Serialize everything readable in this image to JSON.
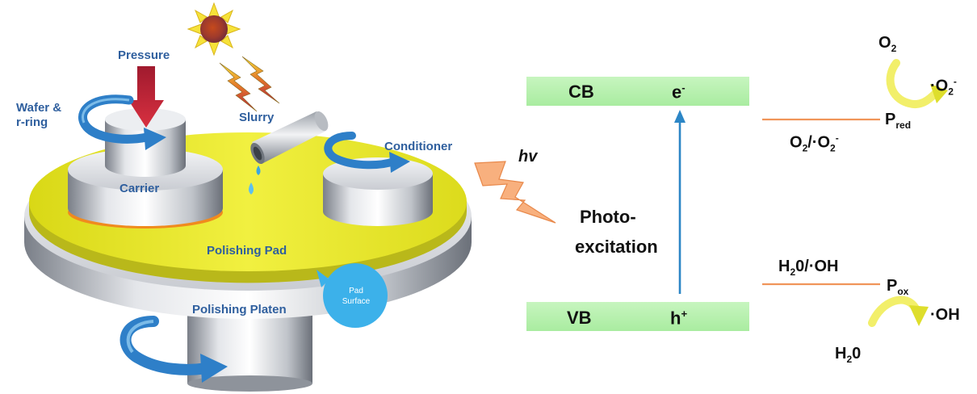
{
  "cmp": {
    "pressure": "Pressure",
    "wafer_ring": [
      "Wafer &",
      "r-ring"
    ],
    "slurry": "Slurry",
    "conditioner": "Conditioner",
    "carrier": "Carrier",
    "polishing_pad": "Polishing Pad",
    "pad_surface": [
      "Pad",
      "Surface"
    ],
    "polishing_platen": "Polishing Platen"
  },
  "light": {
    "hv": "hv"
  },
  "band": {
    "cb": "CB",
    "vb": "VB",
    "electron": {
      "base": "e",
      "sup": "-"
    },
    "hole": {
      "base": "h",
      "sup": "+"
    },
    "photo_excitation": [
      "Photo-",
      "excitation"
    ]
  },
  "reduction": {
    "o2": {
      "base": "O",
      "sub": "2"
    },
    "superoxide": {
      "base": "·O",
      "sub": "2",
      "sup": "-"
    },
    "couple": {
      "a": "O",
      "a_sub": "2",
      "sep": "/·O",
      "b_sub": "2",
      "b_sup": "-"
    },
    "p_red": {
      "base": "P",
      "sub": "red"
    }
  },
  "oxidation": {
    "couple": "H₂0/·OH",
    "couple_base": "H",
    "couple_sub": "2",
    "couple_rest": "0/·OH",
    "p_ox": {
      "base": "P",
      "sub": "ox"
    },
    "oh": "·OH",
    "h2o": {
      "base": "H",
      "sub": "2",
      "rest": "0"
    }
  },
  "colors": {
    "pad": "#e8e81e",
    "band": "#b6f0ae",
    "arrow_blue": "#2c86c6",
    "orange_line": "#f0955a",
    "swirl_blue": "#2e7fc8",
    "pressure_red": "#c4253a",
    "yellow_arrow": "#f2ef6a"
  }
}
